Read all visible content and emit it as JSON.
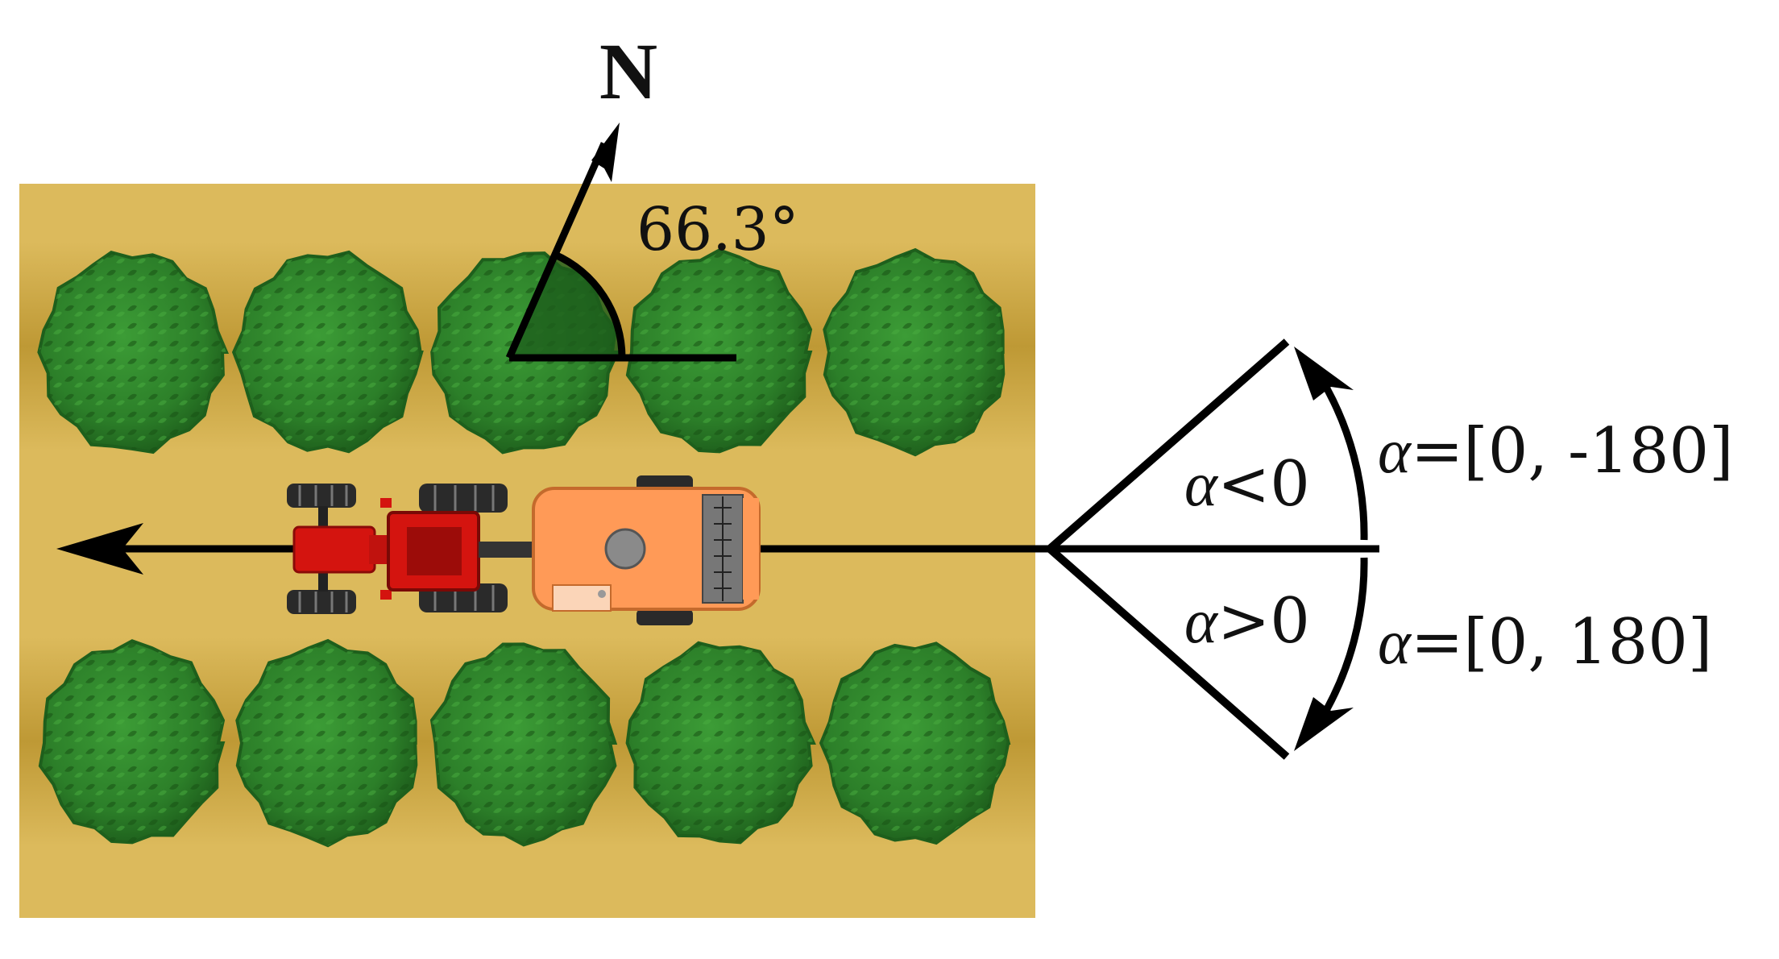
{
  "compass": {
    "north_label": "N",
    "angle_label": "66.3°"
  },
  "sectors": {
    "upper_condition": {
      "symbol": "α",
      "relation": "<0"
    },
    "lower_condition": {
      "symbol": "α",
      "relation": ">0"
    },
    "upper_range": {
      "symbol": "α",
      "value": "=[0, -180]"
    },
    "lower_range": {
      "symbol": "α",
      "value": "=[0, 180]"
    }
  },
  "field": {
    "rows": 2,
    "bushes_per_row": 5
  },
  "colors": {
    "soil": "#dcba5c",
    "soil_dark": "#b9932e",
    "bush": "#2f8a2b",
    "bush_dark": "#1e5f1c",
    "tractor": "#d4140f",
    "sprayer": "#ff9a57",
    "line": "#000000"
  },
  "icons": {
    "tractor": "tractor-icon",
    "sprayer": "sprayer-icon",
    "bush": "bush-icon"
  }
}
